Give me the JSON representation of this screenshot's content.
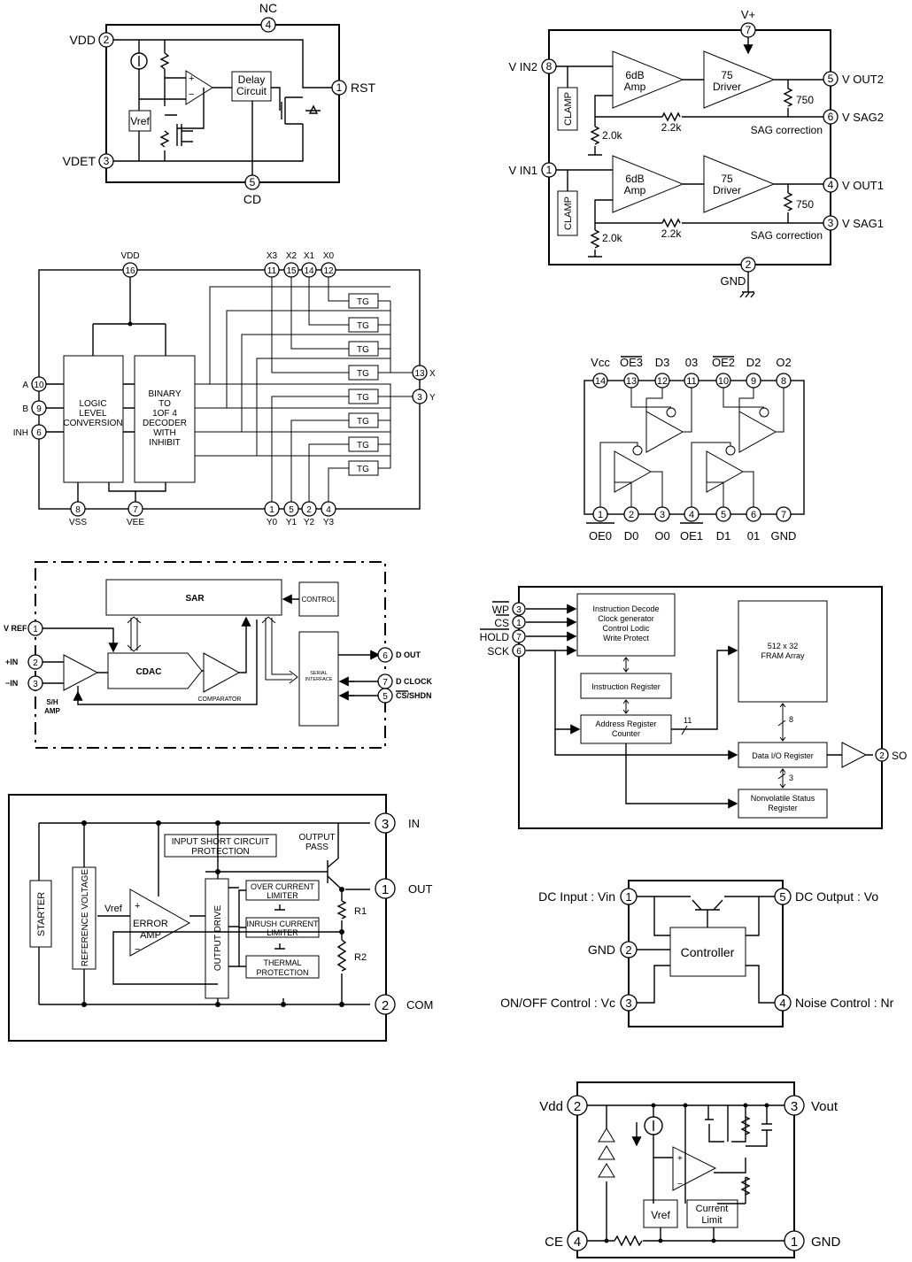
{
  "d1": {
    "pins": {
      "nc": "NC",
      "vdd": "VDD",
      "vdet": "VDET",
      "rst": "RST",
      "cd": "CD"
    },
    "pin_numbers": {
      "nc": "4",
      "vdd": "2",
      "vdet": "3",
      "rst": "1",
      "cd": "5"
    },
    "blocks": {
      "vref": "Vref",
      "delay1": "Delay",
      "delay2": "Circuit"
    },
    "opamp_plus": "+",
    "opamp_minus": "−"
  },
  "d2": {
    "pins": {
      "vplus": "V+",
      "vin2": "V IN2",
      "vin1": "V IN1",
      "vout2": "V OUT2",
      "vsag2": "V SAG2",
      "vout1": "V OUT1",
      "vsag1": "V SAG1",
      "gnd": "GND"
    },
    "pin_numbers": {
      "vplus": "7",
      "vin2": "8",
      "vin1": "1",
      "vout2": "5",
      "vsag2": "6",
      "vout1": "4",
      "vsag1": "3",
      "gnd": "2"
    },
    "amp1": "6dB",
    "amp2": "Amp",
    "drv1": "75",
    "drv2": "Driver",
    "clamp": "CLAMP",
    "r750": "750",
    "r2k": "2.0k",
    "r22k": "2.2k",
    "sag": "SAG correction"
  },
  "d3": {
    "pins": {
      "vdd": "VDD",
      "x3": "X3",
      "x2": "X2",
      "x1": "X1",
      "x0": "X0",
      "a": "A",
      "b": "B",
      "inh": "INH",
      "vss": "VSS",
      "vee": "VEE",
      "y0": "Y0",
      "y1": "Y1",
      "y2": "Y2",
      "y3": "Y3",
      "x": "X",
      "y": "Y"
    },
    "pin_numbers": {
      "vdd": "16",
      "x3": "11",
      "x2": "15",
      "x1": "14",
      "x0": "12",
      "a": "10",
      "b": "9",
      "inh": "6",
      "vss": "8",
      "vee": "7",
      "y0": "1",
      "y1": "5",
      "y2": "2",
      "y3": "4",
      "x": "13",
      "y": "3"
    },
    "logic": [
      "LOGIC",
      "LEVEL",
      "CONVERSION"
    ],
    "decoder": [
      "BINARY",
      "TO",
      "1OF 4",
      "DECODER",
      "WITH",
      "INHIBIT"
    ],
    "tg": "TG"
  },
  "d4": {
    "top": [
      "Vcc",
      "OE3",
      "D3",
      "03",
      "OE2",
      "D2",
      "O2"
    ],
    "top_numbers": [
      "14",
      "13",
      "12",
      "11",
      "10",
      "9",
      "8"
    ],
    "bottom": [
      "OE0",
      "D0",
      "O0",
      "OE1",
      "D1",
      "01",
      "GND"
    ],
    "bottom_numbers": [
      "1",
      "2",
      "3",
      "4",
      "5",
      "6",
      "7"
    ]
  },
  "d5": {
    "sar": "SAR",
    "control": "CONTROL",
    "cdac": "CDAC",
    "comparator": "COMPARATOR",
    "serial1": "SERIAL",
    "serial2": "INTERFACE",
    "pins": {
      "vref": "V REF",
      "pin": "+IN",
      "nin": "−IN",
      "dout": "D OUT",
      "dclock": "D CLOCK",
      "cs": "CS/SHDN"
    },
    "pin_numbers": {
      "vref": "1",
      "pin": "2",
      "nin": "3",
      "dout": "6",
      "dclock": "7",
      "cs": "5"
    },
    "sh1": "S/H",
    "sh2": "AMP"
  },
  "d6": {
    "pins": {
      "wp": "WP",
      "cs": "CS",
      "hold": "HOLD",
      "sck": "SCK",
      "so": "SO"
    },
    "pin_numbers": {
      "wp": "3",
      "cs": "1",
      "hold": "7",
      "sck": "6",
      "so": "2"
    },
    "decode": [
      "Instruction Decode",
      "Clock generator",
      "Control Lodic",
      "Write Protect"
    ],
    "instr": "Instruction Register",
    "addr": [
      "Address Register",
      "Counter"
    ],
    "fram": [
      "512 x 32",
      "FRAM Array"
    ],
    "dio": "Data I/O Register",
    "nvs": [
      "Nonvolatile Status",
      "Register"
    ],
    "bus11": "11",
    "bus8": "8",
    "bus3": "3"
  },
  "d7": {
    "pins": {
      "in": "IN",
      "out": "OUT",
      "com": "COM"
    },
    "pin_numbers": {
      "in": "3",
      "out": "1",
      "com": "2"
    },
    "starter": "STARTER",
    "refv": "REFERENCE VOLTAGE",
    "vref": "Vref",
    "err1": "ERROR",
    "err2": "AMP",
    "isc1": "INPUT SHORT CIRCUIT",
    "isc2": "PROTECTION",
    "pass1": "OUTPUT",
    "pass2": "PASS",
    "drive": "OUTPUT DRIVE",
    "ocl1": "OVER CURRENT",
    "ocl2": "LIMITER",
    "irl1": "INRUSH CURRENT",
    "irl2": "LIMITER",
    "thp1": "THERMAL",
    "thp2": "PROTECTION",
    "r1": "R1",
    "r2": "R2"
  },
  "d8": {
    "pins": {
      "vin": "DC Input : Vin",
      "gnd": "GND",
      "vc": "ON/OFF Control : Vc",
      "vo": "DC Output : Vo",
      "nr": "Noise Control : Nr"
    },
    "pin_numbers": {
      "vin": "1",
      "gnd": "2",
      "vc": "3",
      "vo": "5",
      "nr": "4"
    },
    "controller": "Controller"
  },
  "d9": {
    "pins": {
      "vdd": "Vdd",
      "vout": "Vout",
      "ce": "CE",
      "gnd": "GND"
    },
    "pin_numbers": {
      "vdd": "2",
      "vout": "3",
      "ce": "4",
      "gnd": "1"
    },
    "vref": "Vref",
    "cl1": "Current",
    "cl2": "Limit"
  }
}
